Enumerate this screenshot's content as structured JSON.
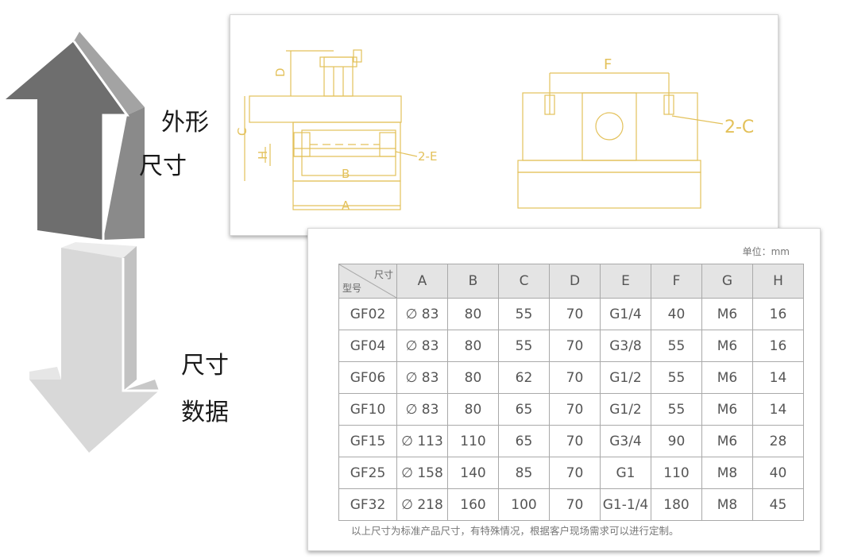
{
  "labels": {
    "outline_line1": "外形",
    "outline_line2": "尺寸",
    "data_line1": "尺寸",
    "data_line2": "数据"
  },
  "drawing": {
    "side_labels": [
      "D",
      "C",
      "H",
      "B",
      "A",
      "2-E"
    ],
    "front_labels": [
      "F",
      "2-C"
    ],
    "line_color": "#e3c15a"
  },
  "table": {
    "unit": "单位：mm",
    "corner_top": "尺寸",
    "corner_bottom": "型号",
    "columns": [
      "A",
      "B",
      "C",
      "D",
      "E",
      "F",
      "G",
      "H"
    ],
    "rows": [
      [
        "GF02",
        "∅ 83",
        "80",
        "55",
        "70",
        "G1/4",
        "40",
        "M6",
        "16"
      ],
      [
        "GF04",
        "∅ 83",
        "80",
        "55",
        "70",
        "G3/8",
        "55",
        "M6",
        "16"
      ],
      [
        "GF06",
        "∅ 83",
        "80",
        "62",
        "70",
        "G1/2",
        "55",
        "M6",
        "14"
      ],
      [
        "GF10",
        "∅ 83",
        "80",
        "65",
        "70",
        "G1/2",
        "55",
        "M6",
        "14"
      ],
      [
        "GF15",
        "∅ 113",
        "110",
        "65",
        "70",
        "G3/4",
        "90",
        "M6",
        "28"
      ],
      [
        "GF25",
        "∅ 158",
        "140",
        "85",
        "70",
        "G1",
        "110",
        "M8",
        "40"
      ],
      [
        "GF32",
        "∅ 218",
        "160",
        "100",
        "70",
        "G1-1/4",
        "180",
        "M8",
        "45"
      ]
    ],
    "footnote": "以上尺寸为标准产品尺寸，有特殊情况，根据客户现场需求可以进行定制。"
  },
  "colors": {
    "up_arrow": "#6e6e6e",
    "down_arrow": "#d8d8d8",
    "header_bg": "#e4e4e4",
    "grid": "#a9a9a9"
  }
}
